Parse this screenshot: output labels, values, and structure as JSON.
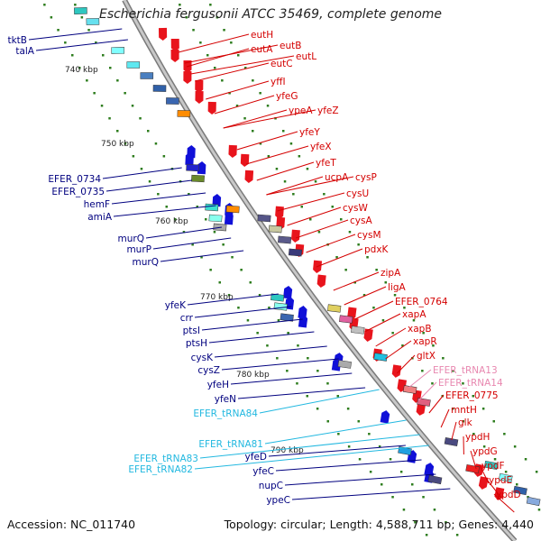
{
  "title": "Escherichia fergusonii ATCC 35469, complete genome",
  "footer": {
    "accession": "Accession: NC_011740",
    "summary": "Topology: circular; Length: 4,588,711 bp; Genes: 4,440"
  },
  "colors": {
    "forward": "#e8141c",
    "reverse": "#1010d8",
    "right_label": "#d40000",
    "left_label": "#00007f",
    "trna": "#22b8e0",
    "pink_trna": "#e888b0",
    "teal": "#2ec7c0",
    "backbone": "#9a9a9a",
    "tick_dot": "#2e7d1e"
  },
  "kbp_ticks": [
    "740 kbp",
    "750 kbp",
    "760 kbp",
    "770 kbp",
    "780 kbp",
    "790 kbp"
  ],
  "left_genes": [
    {
      "label": "tktB",
      "color": "left"
    },
    {
      "label": "talA",
      "color": "left"
    },
    {
      "label": "EFER_0734",
      "color": "left"
    },
    {
      "label": "EFER_0735",
      "color": "left"
    },
    {
      "label": "hemF",
      "color": "left"
    },
    {
      "label": "amiA",
      "color": "left"
    },
    {
      "label": "murQ",
      "color": "left"
    },
    {
      "label": "murP",
      "color": "left"
    },
    {
      "label": "murQ",
      "color": "left"
    },
    {
      "label": "yfeK",
      "color": "left"
    },
    {
      "label": "crr",
      "color": "left"
    },
    {
      "label": "ptsI",
      "color": "left"
    },
    {
      "label": "ptsH",
      "color": "left"
    },
    {
      "label": "cysK",
      "color": "left"
    },
    {
      "label": "cysZ",
      "color": "left"
    },
    {
      "label": "yfeH",
      "color": "left"
    },
    {
      "label": "yfeN",
      "color": "left"
    },
    {
      "label": "EFER_tRNA84",
      "color": "trna"
    },
    {
      "label": "EFER_tRNA81",
      "color": "trna"
    },
    {
      "label": "EFER_tRNA83",
      "color": "trna"
    },
    {
      "label": "EFER_tRNA82",
      "color": "trna"
    },
    {
      "label": "yfeD",
      "color": "left"
    },
    {
      "label": "yfeC",
      "color": "left"
    },
    {
      "label": "nupC",
      "color": "left"
    },
    {
      "label": "ypeC",
      "color": "left"
    }
  ],
  "right_genes": [
    {
      "label": "eutH",
      "color": "right"
    },
    {
      "label": "eutA",
      "color": "right"
    },
    {
      "label": "eutB",
      "color": "right"
    },
    {
      "label": "eutC",
      "color": "right"
    },
    {
      "label": "eutL",
      "color": "right"
    },
    {
      "label": "yffI",
      "color": "right"
    },
    {
      "label": "yfeG",
      "color": "right"
    },
    {
      "label": "ypeA",
      "color": "right"
    },
    {
      "label": "yfeZ",
      "color": "right"
    },
    {
      "label": "yfeY",
      "color": "right"
    },
    {
      "label": "yfeX",
      "color": "right"
    },
    {
      "label": "yfeT",
      "color": "right"
    },
    {
      "label": "ucpA",
      "color": "right"
    },
    {
      "label": "cysP",
      "color": "right"
    },
    {
      "label": "cysU",
      "color": "right"
    },
    {
      "label": "cysW",
      "color": "right"
    },
    {
      "label": "cysA",
      "color": "right"
    },
    {
      "label": "cysM",
      "color": "right"
    },
    {
      "label": "pdxK",
      "color": "right"
    },
    {
      "label": "zipA",
      "color": "right"
    },
    {
      "label": "ligA",
      "color": "right"
    },
    {
      "label": "EFER_0764",
      "color": "right"
    },
    {
      "label": "xapA",
      "color": "right"
    },
    {
      "label": "xapB",
      "color": "right"
    },
    {
      "label": "xapR",
      "color": "right"
    },
    {
      "label": "gltX",
      "color": "right"
    },
    {
      "label": "EFER_tRNA13",
      "color": "pink"
    },
    {
      "label": "EFER_tRNA14",
      "color": "pink"
    },
    {
      "label": "EFER_0775",
      "color": "right"
    },
    {
      "label": "mntH",
      "color": "right"
    },
    {
      "label": "glk",
      "color": "right"
    },
    {
      "label": "ypdH",
      "color": "right"
    },
    {
      "label": "ypdG",
      "color": "right"
    },
    {
      "label": "ypdF",
      "color": "right"
    },
    {
      "label": "ypdE",
      "color": "right"
    },
    {
      "label": "ypdD",
      "color": "right"
    }
  ]
}
